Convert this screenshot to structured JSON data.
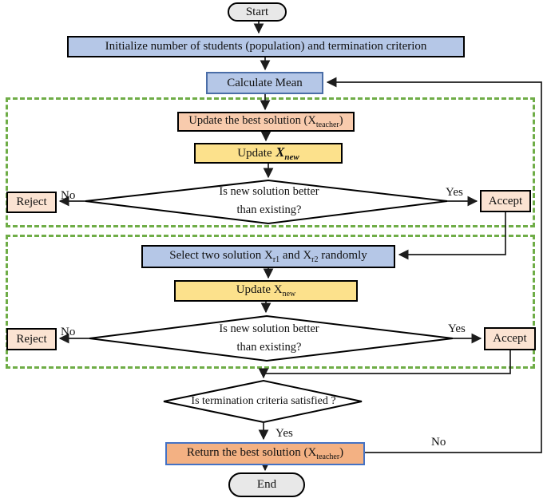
{
  "nodes": {
    "start": {
      "label": "Start"
    },
    "initialize": {
      "label": "Initialize number of students (population) and termination criterion"
    },
    "calculate_mean": {
      "label": "Calculate Mean"
    },
    "update_best": {
      "p1": "Update the best solution (X",
      "sub": "teacher",
      "p2": ")"
    },
    "update_xnew_teacher": {
      "p1": "Update ",
      "var": "X",
      "sub": "new"
    },
    "decision_teacher": {
      "line1": "Is new solution better",
      "line2": "than existing?"
    },
    "reject_teacher": {
      "label": "Reject"
    },
    "accept_teacher": {
      "label": "Accept"
    },
    "select_random": {
      "p1": "Select two solution X",
      "sub1": "r1",
      "p2": " and X",
      "sub2": "r2",
      "p3": " randomly"
    },
    "update_xnew_learner": {
      "p1": "Update X",
      "sub": "new"
    },
    "decision_learner": {
      "line1": "Is new solution better",
      "line2": "than existing?"
    },
    "reject_learner": {
      "label": "Reject"
    },
    "accept_learner": {
      "label": "Accept"
    },
    "decision_termination": {
      "label": "Is termination criteria satisfied ?"
    },
    "return_best": {
      "p1": "Return the best solution (X",
      "sub": "teacher",
      "p2": ")"
    },
    "end": {
      "label": "End"
    }
  },
  "edge_labels": {
    "no_teacher": "No",
    "yes_teacher": "Yes",
    "no_learner": "No",
    "yes_learner": "Yes",
    "yes_termination": "Yes",
    "no_termination": "No"
  },
  "colors": {
    "node-blue": "#b5c7e7",
    "node-blue-border": "#4a6da7",
    "node-salmon": "#f8cbad",
    "node-peach": "#fbe3d2",
    "node-yellow": "#fce18c",
    "node-orange": "#f3b183",
    "node-orange-border": "#4472c4",
    "node-gray": "#e8e8e8",
    "phase-green": "#6fad47",
    "edge-black": "#1c1c1c"
  }
}
